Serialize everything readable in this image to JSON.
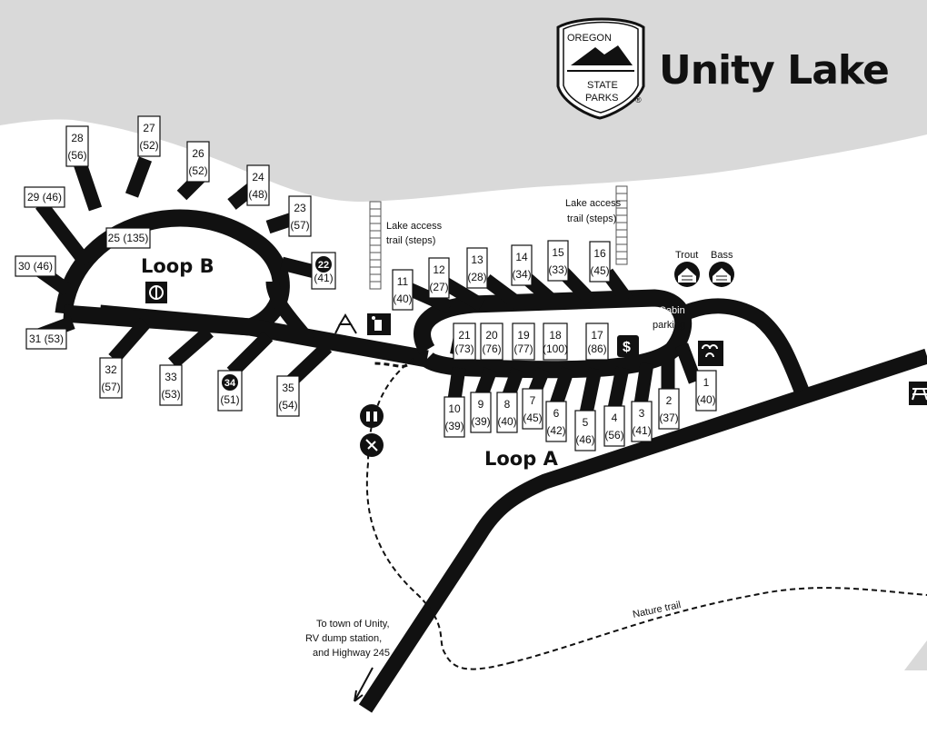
{
  "title": "Unity Lake",
  "logo": {
    "top_text": "OREGON",
    "bottom_line1": "STATE",
    "bottom_line2": "PARKS",
    "mark": "®"
  },
  "loops": {
    "a": "Loop A",
    "b": "Loop B"
  },
  "labels": {
    "lake_access_1_line1": "Lake access",
    "lake_access_1_line2": "trail (steps)",
    "lake_access_2_line1": "Lake access",
    "lake_access_2_line2": "trail (steps)",
    "trout": "Trout",
    "bass": "Bass",
    "cabin_line1": "Cabin",
    "cabin_line2": "parking",
    "nature_trail": "Nature trail",
    "to_town_line1": "To town of Unity,",
    "to_town_line2": "RV dump station,",
    "to_town_line3": "and Highway 245"
  },
  "sites": [
    {
      "num": "1",
      "len": "(40)"
    },
    {
      "num": "2",
      "len": "(37)"
    },
    {
      "num": "3",
      "len": "(41)"
    },
    {
      "num": "4",
      "len": "(56)"
    },
    {
      "num": "5",
      "len": "(46)"
    },
    {
      "num": "6",
      "len": "(42)"
    },
    {
      "num": "7",
      "len": "(45)"
    },
    {
      "num": "8",
      "len": "(40)"
    },
    {
      "num": "9",
      "len": "(39)"
    },
    {
      "num": "10",
      "len": "(39)"
    },
    {
      "num": "11",
      "len": "(40)"
    },
    {
      "num": "12",
      "len": "(27)"
    },
    {
      "num": "13",
      "len": "(28)"
    },
    {
      "num": "14",
      "len": "(34)"
    },
    {
      "num": "15",
      "len": "(33)"
    },
    {
      "num": "16",
      "len": "(45)"
    },
    {
      "num": "17",
      "len": "(86)"
    },
    {
      "num": "18",
      "len": "(100)"
    },
    {
      "num": "19",
      "len": "(77)"
    },
    {
      "num": "20",
      "len": "(76)"
    },
    {
      "num": "21",
      "len": "(73)"
    },
    {
      "num": "22",
      "len": "(41)",
      "accessible": true
    },
    {
      "num": "23",
      "len": "(57)"
    },
    {
      "num": "24",
      "len": "(48)"
    },
    {
      "num": "25",
      "len": "(135)"
    },
    {
      "num": "26",
      "len": "(52)"
    },
    {
      "num": "27",
      "len": "(52)"
    },
    {
      "num": "28",
      "len": "(56)"
    },
    {
      "num": "29",
      "len": "(46)"
    },
    {
      "num": "30",
      "len": "(46)"
    },
    {
      "num": "31",
      "len": "(53)"
    },
    {
      "num": "32",
      "len": "(57)"
    },
    {
      "num": "33",
      "len": "(53)"
    },
    {
      "num": "34",
      "len": "(51)",
      "accessible": true
    },
    {
      "num": "35",
      "len": "(54)"
    }
  ],
  "icons": [
    "recycling-icon",
    "trash-icon",
    "restroom-icon",
    "shower-icon",
    "cabin-trout-icon",
    "cabin-bass-icon",
    "fee-station-icon",
    "horseshoe-pit-icon",
    "picnic-table-icon",
    "campfire-program-icon"
  ],
  "colors": {
    "lake": "#d9d9d9",
    "road": "#111111",
    "land": "#ffffff"
  }
}
